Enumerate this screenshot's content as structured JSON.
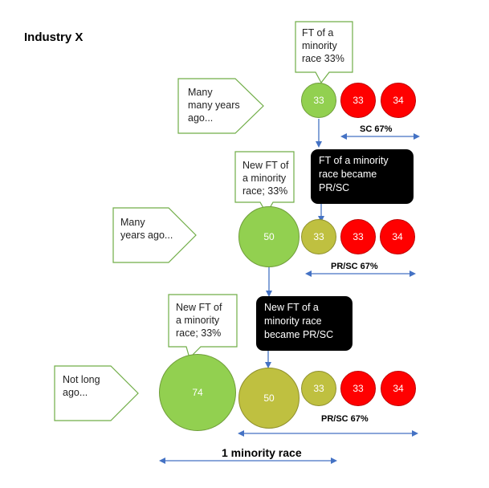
{
  "title": "Industry X",
  "rows": [
    {
      "era_label": [
        "Many",
        "many years",
        "ago..."
      ],
      "callout": [
        "FT of a",
        "minority",
        "race 33%"
      ],
      "circles": [
        "33",
        "33",
        "34"
      ],
      "bracket_label": "SC 67%"
    },
    {
      "era_label": [
        "Many",
        "years ago..."
      ],
      "callout": [
        "New FT of",
        "a minority",
        "race; 33%"
      ],
      "black_box": [
        "FT of a minority",
        "race became",
        "PR/SC"
      ],
      "circles": [
        "50",
        "33",
        "33",
        "34"
      ],
      "bracket_label": "PR/SC 67%"
    },
    {
      "era_label": [
        "Not long",
        "ago..."
      ],
      "callout": [
        "New FT of",
        "a minority",
        "race; 33%"
      ],
      "black_box": [
        "New FT of a",
        "minority race",
        "became PR/SC"
      ],
      "circles": [
        "74",
        "50",
        "33",
        "33",
        "34"
      ],
      "bracket_label": "PR/SC 67%"
    }
  ],
  "bottom_label": "1 minority race",
  "colors": {
    "green": "#92d050",
    "olive": "#bfc040",
    "red": "#ff0000",
    "outline_green": "#70ad47",
    "arrow_blue": "#4472c4",
    "box_black": "#000000"
  }
}
